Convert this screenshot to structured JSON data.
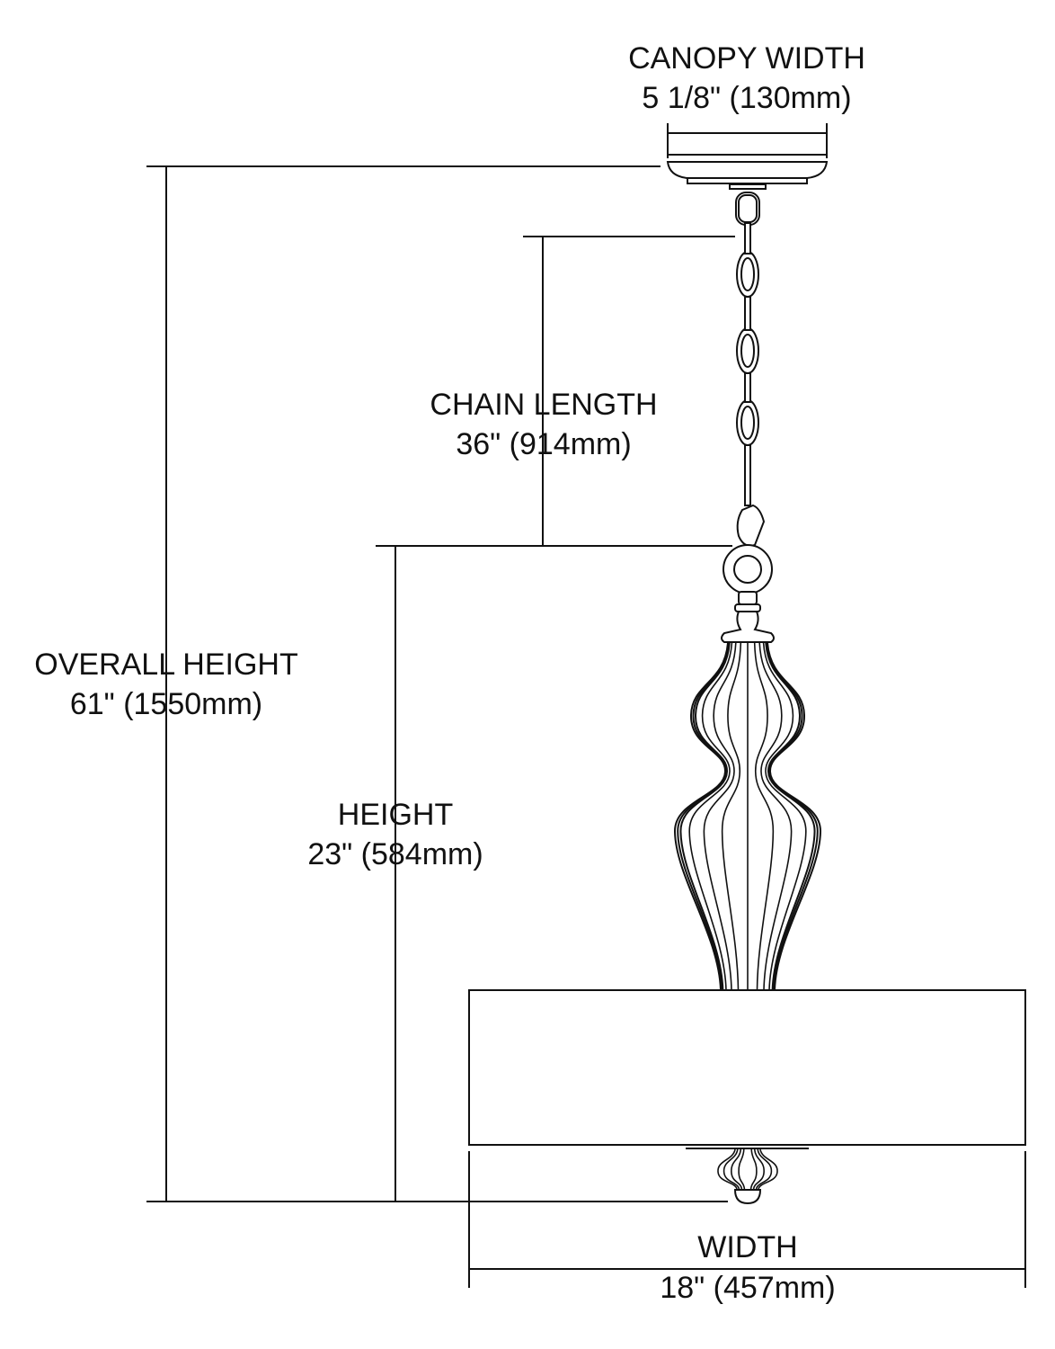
{
  "dimensions": {
    "canopy_width": {
      "label": "CANOPY WIDTH",
      "value": "5 1/8\" (130mm)"
    },
    "chain_length": {
      "label": "CHAIN LENGTH",
      "value": "36\" (914mm)"
    },
    "overall_height": {
      "label": "OVERALL HEIGHT",
      "value": "61\" (1550mm)"
    },
    "height": {
      "label": "HEIGHT",
      "value": "23\" (584mm)"
    },
    "width": {
      "label": "WIDTH",
      "value": "18\" (457mm)"
    }
  }
}
